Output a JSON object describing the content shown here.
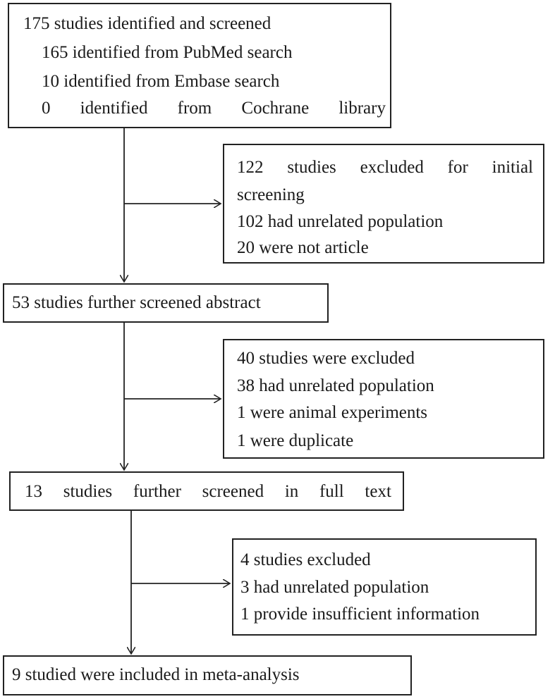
{
  "identification": {
    "title": "175 studies identified and screened",
    "lines": [
      "165 identified from PubMed search",
      "10 identified from Embase search"
    ],
    "cochrane_words": [
      "0",
      "identified",
      "from",
      "Cochrane",
      "library"
    ]
  },
  "exclusion_initial": {
    "title_words": [
      "122",
      "studies",
      "excluded",
      "for",
      "initial"
    ],
    "title_cont": "screening",
    "lines": [
      "102 had unrelated population",
      "20 were not article"
    ]
  },
  "abstract_screen": {
    "title": "53 studies further screened abstract"
  },
  "exclusion_abstract": {
    "lines": [
      "40 studies were excluded",
      "38 had unrelated population",
      "1 were animal experiments",
      "1 were duplicate"
    ]
  },
  "fulltext_screen": {
    "title_words": [
      "13",
      "studies",
      "further",
      "screened",
      "in",
      "full",
      "text"
    ]
  },
  "exclusion_fulltext": {
    "lines": [
      "4 studies excluded",
      "3 had unrelated population",
      "1 provide insufficient information"
    ]
  },
  "included": {
    "title": "9 studied were included in meta-analysis"
  }
}
